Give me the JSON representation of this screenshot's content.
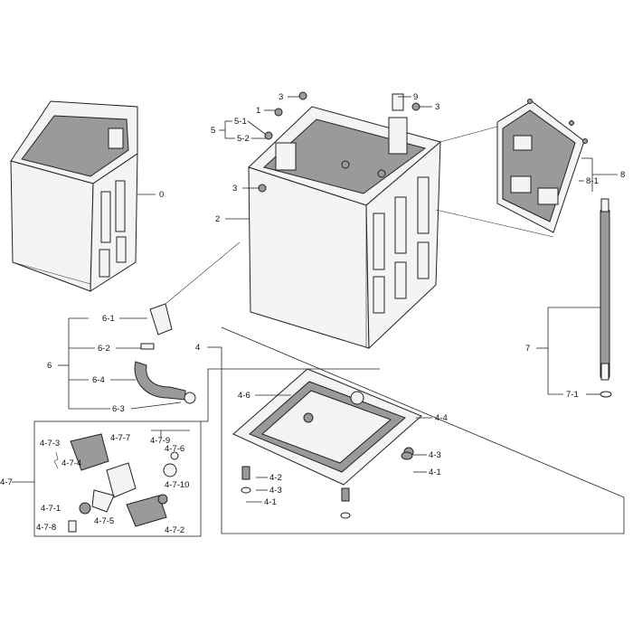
{
  "callouts": {
    "c0": "0",
    "c1": "1",
    "c2": "2",
    "c3a": "3",
    "c3b": "3",
    "c3c": "3",
    "c4": "4",
    "c4_1a": "4-1",
    "c4_1b": "4-1",
    "c4_2": "4-2",
    "c4_3a": "4-3",
    "c4_3b": "4-3",
    "c4_4": "4-4",
    "c4_6": "4-6",
    "c4_7": "4-7",
    "c4_7_1": "4-7-1",
    "c4_7_2": "4-7-2",
    "c4_7_3": "4-7-3",
    "c4_7_4": "4-7-4",
    "c4_7_5": "4-7-5",
    "c4_7_6": "4-7-6",
    "c4_7_7": "4-7-7",
    "c4_7_8": "4-7-8",
    "c4_7_9": "4-7-9",
    "c4_7_10": "4-7-10",
    "c5": "5",
    "c5_1": "5-1",
    "c5_2": "5-2",
    "c6": "6",
    "c6_1": "6-1",
    "c6_2": "6-2",
    "c6_3": "6-3",
    "c6_4": "6-4",
    "c7": "7",
    "c7_1": "7-1",
    "c8": "8",
    "c8_1": "8-1",
    "c9": "9"
  }
}
